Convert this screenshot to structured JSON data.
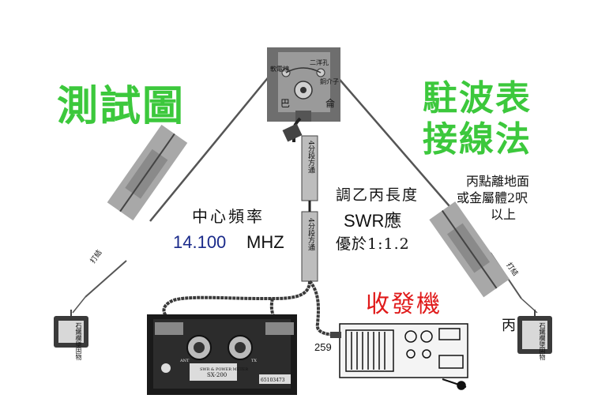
{
  "title_left": "測試圖",
  "title_right_line1": "駐波表",
  "title_right_line2": "接線法",
  "center_freq_label": "中心頻率",
  "center_freq_value": "14.100",
  "center_freq_unit": "MHZ",
  "adjust_line1": "調乙丙長度",
  "adjust_line2": "SWR應",
  "adjust_line3": "優於1:1.2",
  "height_line1": "丙點離地面",
  "height_line2": "或金屬體2呎",
  "height_line3": "以上",
  "radio_label": "收發機",
  "coax_label": "259",
  "point_bing": "丙",
  "balun_label_left": "巴",
  "balun_label_right": "侖",
  "balun_top_left": "軟電線",
  "balun_top_right": "二洋孔",
  "balun_side_right": "銅介子",
  "quarter_wave_line": "4分段方通",
  "insulator_left": "打結",
  "insulator_right": "打結",
  "weight_left": "石鐵欄墜固物",
  "weight_right": "石鐵欄墜固物",
  "meter_name": "SWR & POWER METER",
  "meter_model": "SX-200",
  "meter_ant": "ANT",
  "meter_tx": "TX",
  "meter_serial": "65103473",
  "colors": {
    "title_green": "#3cc83c",
    "radio_red": "#e01a1a",
    "freq_blue": "#1a2a8a"
  }
}
